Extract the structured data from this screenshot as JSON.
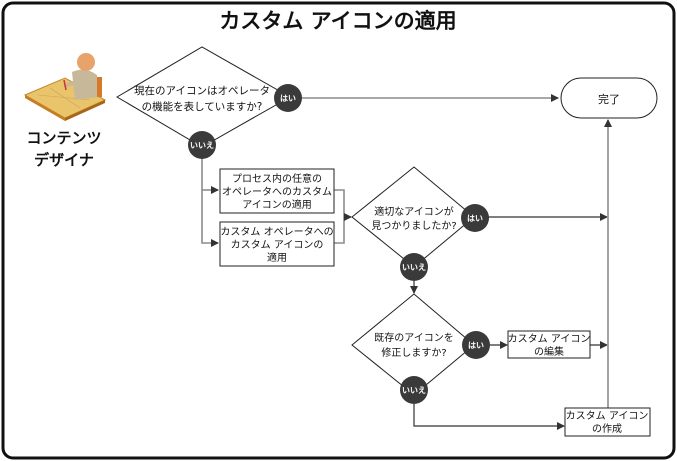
{
  "title": "カスタム アイコンの適用",
  "actor": {
    "line1": "コンテンツ",
    "line2": "デザイナ",
    "icon": "designer-person-icon"
  },
  "decisions": [
    {
      "lines": [
        "現在のアイコンはオペレータ",
        "の機能を表していますか?"
      ],
      "yes": "はい",
      "no": "いいえ"
    },
    {
      "lines": [
        "適切なアイコンが",
        "見つかりましたか?"
      ],
      "yes": "はい",
      "no": "いいえ"
    },
    {
      "lines": [
        "既存のアイコンを",
        "修正しますか?"
      ],
      "yes": "はい",
      "no": "いいえ"
    }
  ],
  "processes": [
    {
      "lines": [
        "プロセス内の任意の",
        "オペレータへのカスタム",
        "アイコンの適用"
      ]
    },
    {
      "lines": [
        "カスタム オペレータへの",
        "カスタム アイコンの",
        "適用"
      ]
    },
    {
      "lines": [
        "カスタム アイコン",
        "の編集"
      ]
    },
    {
      "lines": [
        "カスタム アイコン",
        "の作成"
      ]
    }
  ],
  "end": "完了"
}
